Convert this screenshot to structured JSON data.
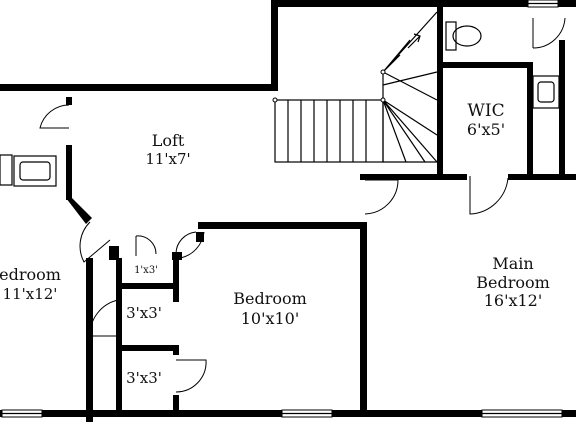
{
  "rooms": {
    "loft": {
      "name": "Loft",
      "size": "11'x7'"
    },
    "wic": {
      "name": "WIC",
      "size": "6'x5'"
    },
    "main_bedroom": {
      "name_line1": "Main",
      "name_line2": "Bedroom",
      "size": "16'x12'"
    },
    "bedroom_left": {
      "name": "edroom",
      "size": "11'x12'"
    },
    "bedroom_center": {
      "name": "Bedroom",
      "size": "10'x10'"
    },
    "closet_small": {
      "size": "1'x3'"
    },
    "closet_a": {
      "size": "3'x3'"
    },
    "closet_b": {
      "size": "3'x3'"
    }
  }
}
